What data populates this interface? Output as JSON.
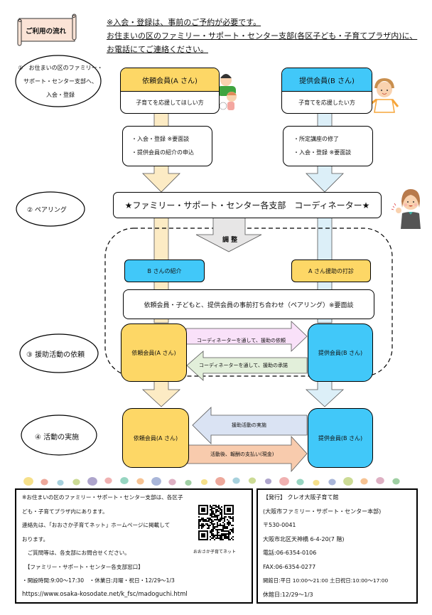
{
  "title_scroll": {
    "label": "ご利用の流れ"
  },
  "notice": {
    "lines": [
      "※入会・登録は、事前のご予約が必要です。",
      "お住まいの区のファミリー・サポート・センター支部(各区子ども・子育てプラザ内)に、",
      "お電話にてご連絡ください。"
    ]
  },
  "steps": [
    {
      "label_lines": [
        "①　お住まいの区のファミリー・",
        "サポート・センター支部へ、",
        "入会・登録"
      ]
    },
    {
      "label": "② ペアリング"
    },
    {
      "label": "③ 援助活動の依頼"
    },
    {
      "label": "④ 活動の実施"
    }
  ],
  "client_member": {
    "title": "依頼会員(A さん)",
    "subtitle": "子育てを応援してほしい方",
    "requirements": [
      "・入会・登録 ※要面談",
      "・提供会員の紹介の申込"
    ]
  },
  "provider_member": {
    "title": "提供会員(B さん)",
    "subtitle": "子育てを応援したい方",
    "requirements": [
      "・所定講座の修了",
      "・入会・登録 ※要面談"
    ]
  },
  "coordinator": {
    "label": "★ファミリー・サポート・センター各支部　コーディネーター★"
  },
  "adjust_arrow": {
    "label": "調 整"
  },
  "pairing": {
    "b_intro": "B さんの紹介",
    "a_inquiry": "A さん援助の打診",
    "meeting": "依頼会員・子どもと、提供会員の事前打ち合わせ（ペアリング）※要面談"
  },
  "request_phase": {
    "client": "依頼会員(A さん)",
    "provider": "提供会員(B さん)",
    "arrow_request": "コーディネーターを通して、援助の依頼",
    "arrow_accept": "コーディネーターを通して、援助の承諾"
  },
  "activity_phase": {
    "client": "依頼会員(A さん)",
    "provider": "提供会員(B さん)",
    "arrow_activity": "援助活動の実施",
    "arrow_payment": "活動後、報酬の支払い(現金)"
  },
  "colors": {
    "client_yellow": "#FDD766",
    "provider_blue": "#41C8F9",
    "client_stem": "#FCEBC4",
    "provider_stem": "#DCEFF8",
    "scroll_fill": "#FBE3D6",
    "request_arrow": "#F9E1F9",
    "accept_arrow": "#E2EFDA",
    "activity_arrow": "#DAE3F3",
    "payment_arrow": "#F8CBAD",
    "adjust_arrow": "#E7E6E6"
  },
  "dots": [
    "#F6E08A",
    "#EDA89B",
    "#A7D1DD",
    "#CCDB95",
    "#AEA5CC",
    "#F0B1B1",
    "#97D5C1",
    "#F6C393",
    "#A9B6D9",
    "#DEB0C3",
    "#9FCFA3",
    "#F6E08A",
    "#EDA89B",
    "#A7D1DD",
    "#CCDB95",
    "#AEA5CC",
    "#F0B1B1",
    "#97D5C1",
    "#F6E08A",
    "#A9B6D9",
    "#CCDB95",
    "#F6C393",
    "#DEB0C3",
    "#9FCFA3"
  ],
  "footer_left": {
    "lines": [
      "※お住まいの区のファミリー・サポート・センター支部は、各区子",
      "ども・子育てプラザ内にあります。",
      "連絡先は、「おおさか子育てネット」ホームページに掲載して",
      "おります。",
      "　ご質問等は、各支部にお問合せください。",
      "　【ファミリー・サポート・センター各支部窓口】",
      "・開設時間:9:00～17:30　・休業日:月曜・祝日・12/29～1/3",
      "https://www.osaka-kosodate.net/k_fsc/madoguchi.html"
    ],
    "qr_caption": "おおさか子育てネット"
  },
  "footer_right": {
    "lines": [
      "【発行】 クレオ大阪子育て館",
      "(大阪市ファミリー・サポート・センター本部)",
      "〒530-0041",
      "大阪市北区天神橋 6-4-20(7 階)",
      "電話:06-6354-0106",
      "FAX:06-6354-0277",
      "開館日:平日 10:00～21:00  土日祝日:10:00～17:00",
      "休館日:12/29～1/3"
    ]
  }
}
